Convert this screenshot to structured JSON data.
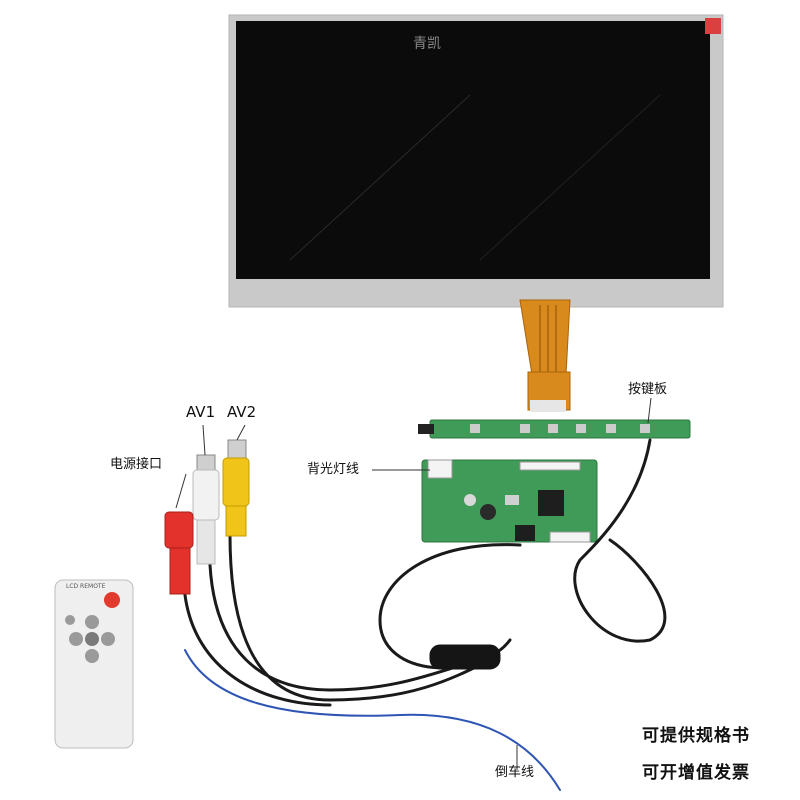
{
  "watermark": "青凯",
  "remote": {
    "label": "LCD REMOTE"
  },
  "callouts": {
    "power": "电源接口",
    "av1": "AV1",
    "av2": "AV2",
    "backlight": "背光灯线",
    "keypad": "按键板",
    "reverse": "倒车线"
  },
  "notes": {
    "spec": "可提供规格书",
    "invoice": "可开增值发票"
  },
  "colors": {
    "panel_frame": "#c8c8c8",
    "screen": "#0b0b0b",
    "fpc": "#d98a1c",
    "pcb": "#3f9b57",
    "rca_red": "#e3322c",
    "rca_white": "#f2f2f2",
    "rca_yellow": "#f0c419",
    "cable": "#1a1a1a",
    "reverse_wire": "#2f55b4"
  }
}
